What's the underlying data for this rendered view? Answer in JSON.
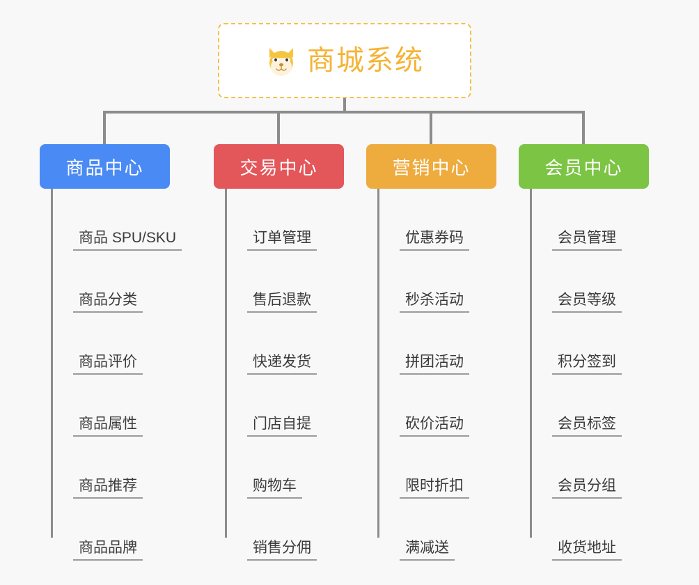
{
  "root": {
    "icon": "shiba-dog-emoji",
    "emoji": "🐶",
    "title": "商城系统",
    "border_color": "#f2c14a",
    "text_color": "#f5b335"
  },
  "connector_color": "#8c8c8c",
  "background_color": "#f8f8f8",
  "columns": [
    {
      "id": "product-center",
      "title": "商品中心",
      "color": "#4a8af4",
      "items": [
        "商品 SPU/SKU",
        "商品分类",
        "商品评价",
        "商品属性",
        "商品推荐",
        "商品品牌"
      ]
    },
    {
      "id": "trade-center",
      "title": "交易中心",
      "color": "#e3565a",
      "items": [
        "订单管理",
        "售后退款",
        "快递发货",
        "门店自提",
        "购物车",
        "销售分佣"
      ]
    },
    {
      "id": "marketing-center",
      "title": "营销中心",
      "color": "#eeab3e",
      "items": [
        "优惠券码",
        "秒杀活动",
        "拼团活动",
        "砍价活动",
        "限时折扣",
        "满减送"
      ]
    },
    {
      "id": "member-center",
      "title": "会员中心",
      "color": "#7cc444",
      "items": [
        "会员管理",
        "会员等级",
        "积分签到",
        "会员标签",
        "会员分组",
        "收货地址"
      ]
    }
  ]
}
